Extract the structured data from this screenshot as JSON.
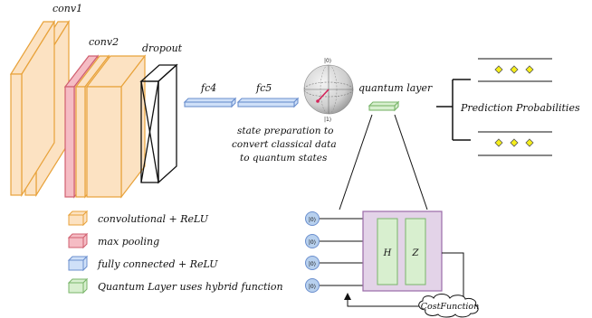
{
  "labels": {
    "conv1": "conv1",
    "conv2": "conv2",
    "dropout": "dropout",
    "fc4": "fc4",
    "fc5": "fc5",
    "quantum_layer": "quantum layer",
    "prediction": "Prediction Probabilities",
    "state_prep": [
      "state preparation to",
      "convert classical data",
      "to quantum states"
    ],
    "gate_h": "H",
    "gate_z": "Z",
    "cost_function": "CostFunction",
    "qubit": "|0⟩",
    "bloch_top": "|0⟩",
    "bloch_bottom": "|1⟩"
  },
  "legend": [
    {
      "text": "convolutional + ReLU",
      "color": "#fce2c2",
      "edge": "#e8a23a"
    },
    {
      "text": "max pooling",
      "color": "#f5bcc4",
      "edge": "#d06070"
    },
    {
      "text": "fully connected + ReLU",
      "color": "#cfe0f8",
      "edge": "#6b8fce"
    },
    {
      "text": "Quantum Layer uses hybrid function",
      "color": "#d8efcf",
      "edge": "#79b56a"
    }
  ],
  "colors": {
    "conv": "#fce2c2",
    "conv_edge": "#e8a23a",
    "pool": "#f5bcc4",
    "pool_edge": "#d06070",
    "fc": "#cfe0f8",
    "fc_edge": "#6b8fce",
    "quantum": "#d8efcf",
    "quantum_edge": "#79b56a",
    "circuit_bg": "#e3d3e8",
    "circuit_edge": "#9a6aa8",
    "diamond": "#f5ee1a",
    "qubit_fill": "#b7d0ee"
  }
}
